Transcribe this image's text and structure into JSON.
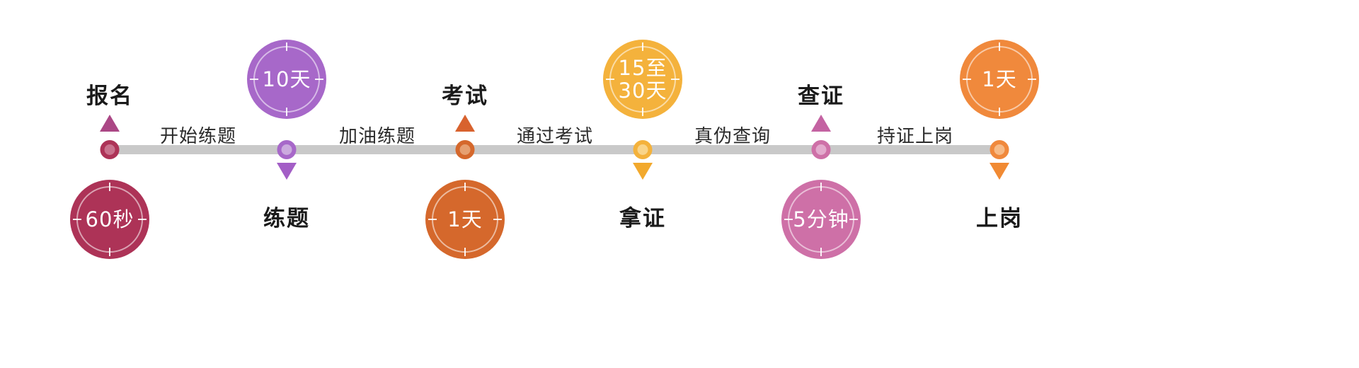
{
  "timeline": {
    "bar_color": "#c9c9c9"
  },
  "nodes": [
    {
      "label": "报名",
      "badge_line1": "60秒",
      "badge_line2": "",
      "layout": "label-top",
      "color": "#ad3357",
      "color_light": "#c9728d",
      "arrow_color": "#ab4785"
    },
    {
      "label": "练题",
      "badge_line1": "10天",
      "badge_line2": "",
      "layout": "badge-top",
      "color": "#a768c9",
      "color_light": "#cbaade",
      "arrow_color": "#a35ec6"
    },
    {
      "label": "考试",
      "badge_line1": "1天",
      "badge_line2": "",
      "layout": "label-top",
      "color": "#d5682c",
      "color_light": "#e6a071",
      "arrow_color": "#d8622e"
    },
    {
      "label": "拿证",
      "badge_line1": "15至",
      "badge_line2": "30天",
      "layout": "badge-top",
      "color": "#f4b23c",
      "color_light": "#f9d489",
      "arrow_color": "#f2a92d"
    },
    {
      "label": "查证",
      "badge_line1": "5分钟",
      "badge_line2": "",
      "layout": "label-top",
      "color": "#ce70a7",
      "color_light": "#e3aacd",
      "arrow_color": "#c463a2"
    },
    {
      "label": "上岗",
      "badge_line1": "1天",
      "badge_line2": "",
      "layout": "badge-top",
      "color": "#f0893c",
      "color_light": "#f7bb87",
      "arrow_color": "#f18a33"
    }
  ],
  "segments": [
    {
      "label": "开始练题"
    },
    {
      "label": "加油练题"
    },
    {
      "label": "通过考试"
    },
    {
      "label": "真伪查询"
    },
    {
      "label": "持证上岗"
    }
  ]
}
